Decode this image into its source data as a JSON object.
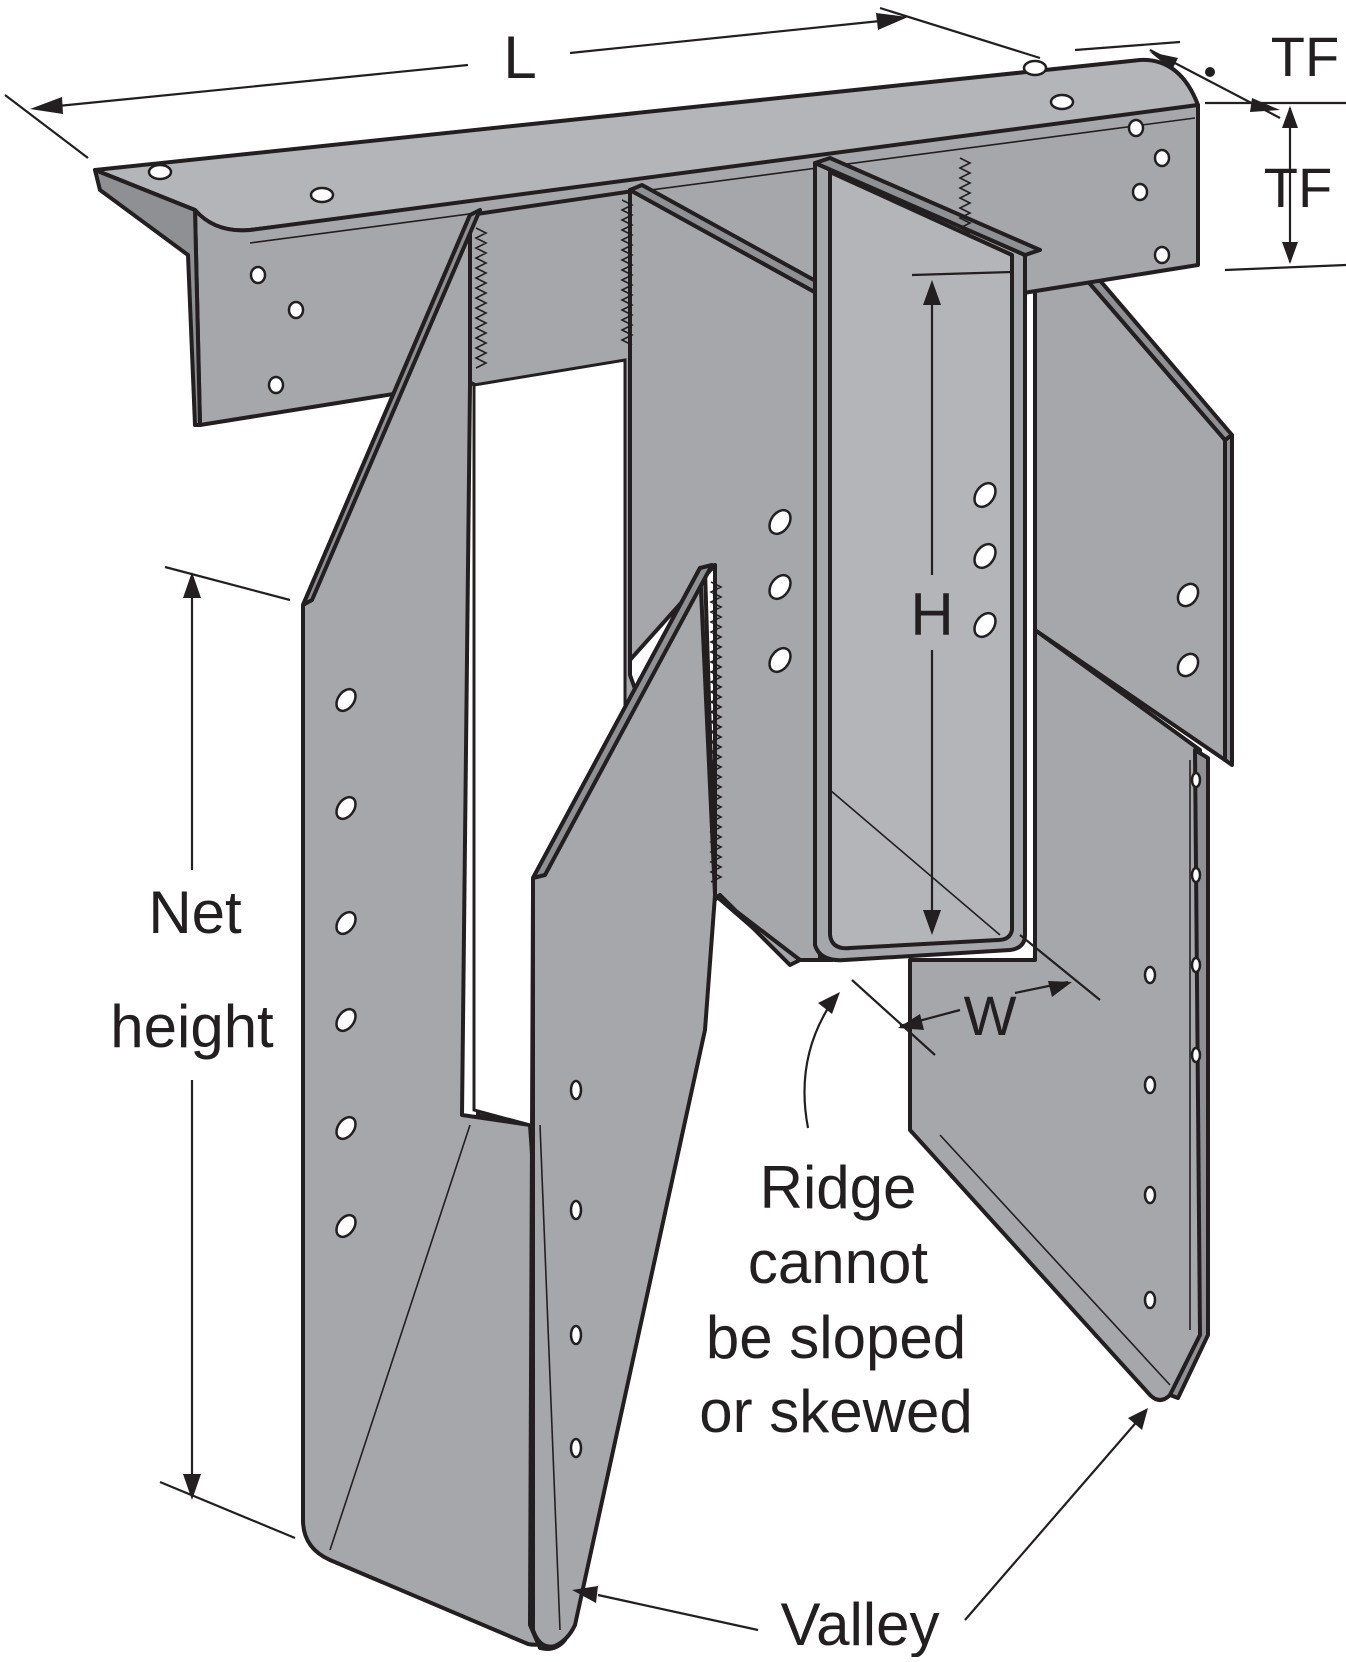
{
  "diagram": {
    "labels": {
      "length": "L",
      "top_flange_1": "TF",
      "top_flange_2": "TF",
      "height": "H",
      "width": "W",
      "net_height_line1": "Net",
      "net_height_line2": "height",
      "ridge_line1": "Ridge",
      "ridge_line2": "cannot",
      "ridge_line3": "be sloped",
      "ridge_line4": "or skewed",
      "valley": "Valley"
    },
    "colors": {
      "plate": "#a6a7ab",
      "outline": "#231f20",
      "background": "#ffffff"
    }
  }
}
